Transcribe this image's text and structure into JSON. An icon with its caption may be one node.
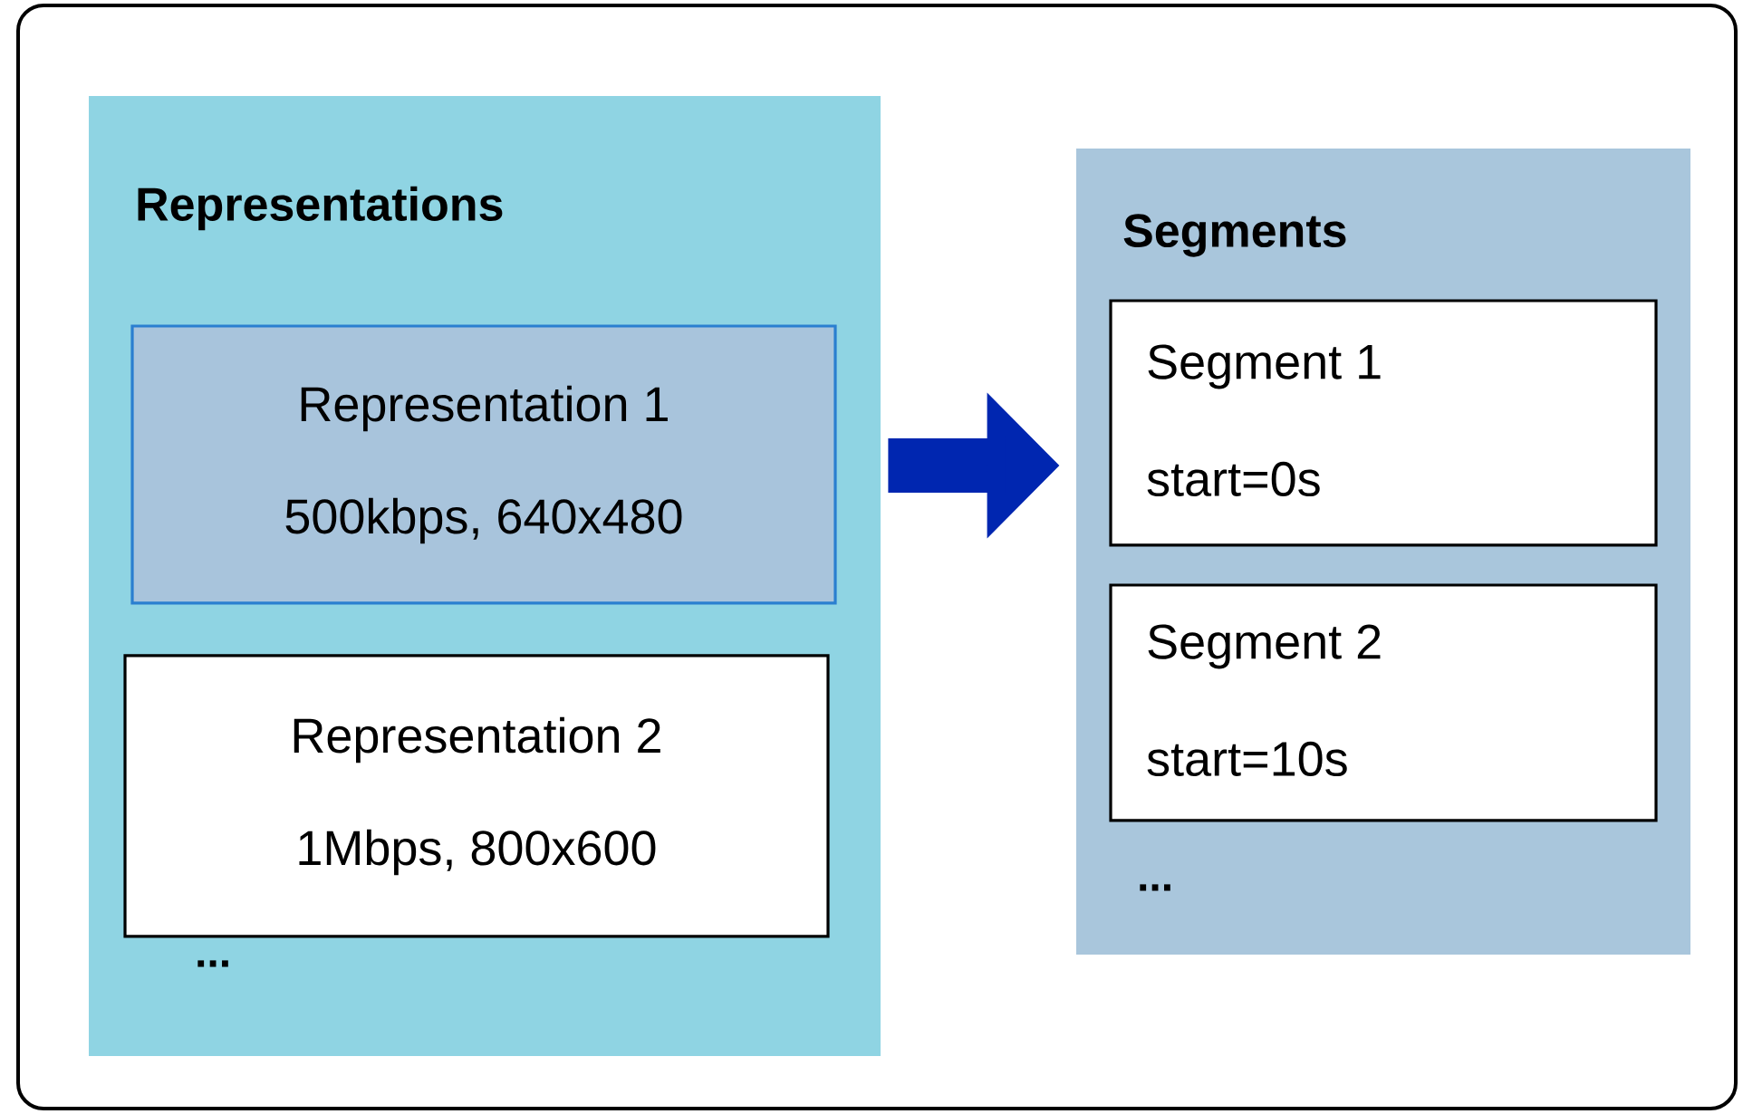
{
  "diagram": {
    "nodes": [
      {
        "text": [
          "Representations"
        ]
      },
      {
        "text": [
          "Representation 1",
          "500kbps, 640x480"
        ],
        "in": 0
      },
      {
        "text": [
          "Representation 2",
          "1Mbps, 800x600"
        ],
        "in": 0
      },
      {
        "text": [
          "Segments"
        ]
      },
      {
        "text": [
          "Segment 1",
          "start=0s"
        ],
        "in": 3
      },
      {
        "text": [
          "Segment 2",
          "start=10s"
        ],
        "in": 3
      }
    ],
    "edges": [
      {
        "from": 0,
        "to": 3,
        "arrow": "to"
      }
    ],
    "labels": [
      "...",
      "..."
    ]
  }
}
